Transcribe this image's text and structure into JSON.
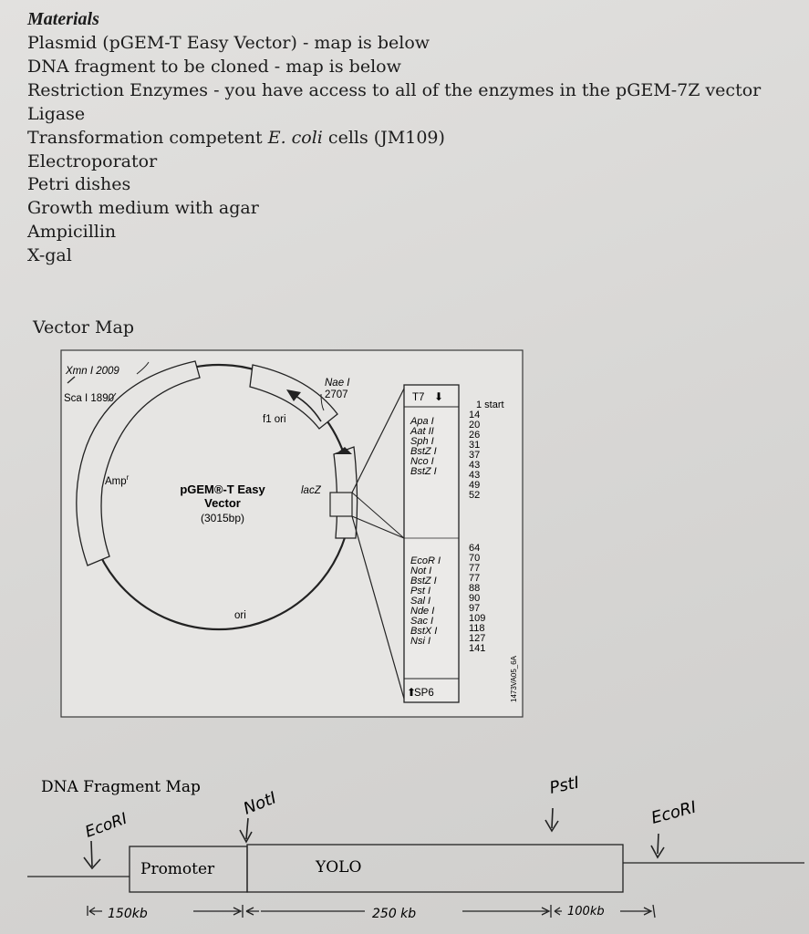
{
  "materials": {
    "heading": "Materials",
    "items": [
      "Plasmid (pGEM-T Easy Vector) - map is below",
      "DNA fragment to be cloned - map is below",
      "Restriction Enzymes - you have access to all of the enzymes in the pGEM-7Z vector",
      "Ligase",
      "Transformation competent ",
      "Electroporator",
      "Petri dishes",
      "Growth medium with agar",
      "Ampicillin",
      "X-gal"
    ],
    "ecoli_italic": "E. coli",
    "ecoli_suffix": " cells (JM109)"
  },
  "vector_map": {
    "title": "Vector Map",
    "xmn": "Xmn I 2009",
    "sca": "Sca I 1890",
    "nae": "Nae I",
    "nae_pos": "2707",
    "f1ori": "f1 ori",
    "amp": "Amp",
    "amp_sup": "r",
    "lacz": "lacZ",
    "ori": "ori",
    "name_line1": "pGEM®-T Easy",
    "name_line2": "Vector",
    "size": "(3015bp)",
    "t7": "T7",
    "sp6": "SP6",
    "start": "1 start",
    "upper_enzymes": [
      "Apa I",
      "Aat II",
      "Sph I",
      "BstZ I",
      "Nco I",
      "BstZ I"
    ],
    "upper_positions": [
      "14",
      "20",
      "26",
      "31",
      "37",
      "43",
      "43",
      "49",
      "52"
    ],
    "lower_enzymes": [
      "EcoR I",
      "Not I",
      "BstZ I",
      "Pst I",
      "Sal I",
      "Nde I",
      "Sac I",
      "BstX I",
      "Nsi I"
    ],
    "lower_positions": [
      "64",
      "70",
      "77",
      "77",
      "88",
      "90",
      "97",
      "109",
      "118",
      "127",
      "141"
    ],
    "catalog": "1473VA05_6A"
  },
  "fragment_map": {
    "title": "DNA Fragment Map",
    "ecori_left": "EcoRI",
    "noti": "NotI",
    "psti": "PstI",
    "ecori_right": "EcoRI",
    "promoter": "Promoter",
    "yolo": "YOLO",
    "len1": "150kb",
    "len2": "250 kb",
    "len3": "100kb"
  }
}
